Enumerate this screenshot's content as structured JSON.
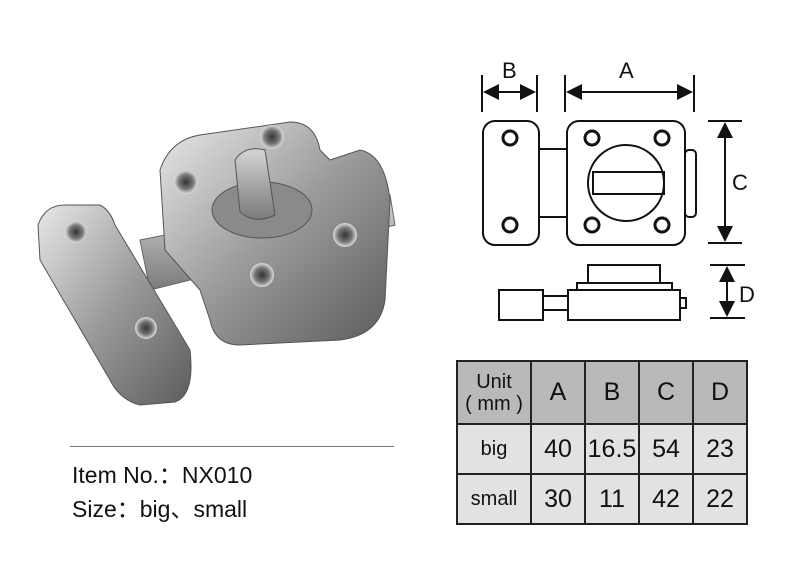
{
  "product": {
    "item_label": "Item No.：",
    "item_no": "NX010",
    "size_label": "Size：",
    "sizes": "big、small"
  },
  "diagram": {
    "labels": [
      "A",
      "B",
      "C",
      "D"
    ]
  },
  "spec_table": {
    "header": {
      "unit_line1": "Unit",
      "unit_line2": "( mm )",
      "cols": [
        "A",
        "B",
        "C",
        "D"
      ]
    },
    "rows": [
      {
        "label": "big",
        "values": [
          "40",
          "16.5",
          "54",
          "23"
        ]
      },
      {
        "label": "small",
        "values": [
          "30",
          "11",
          "42",
          "22"
        ]
      }
    ]
  }
}
